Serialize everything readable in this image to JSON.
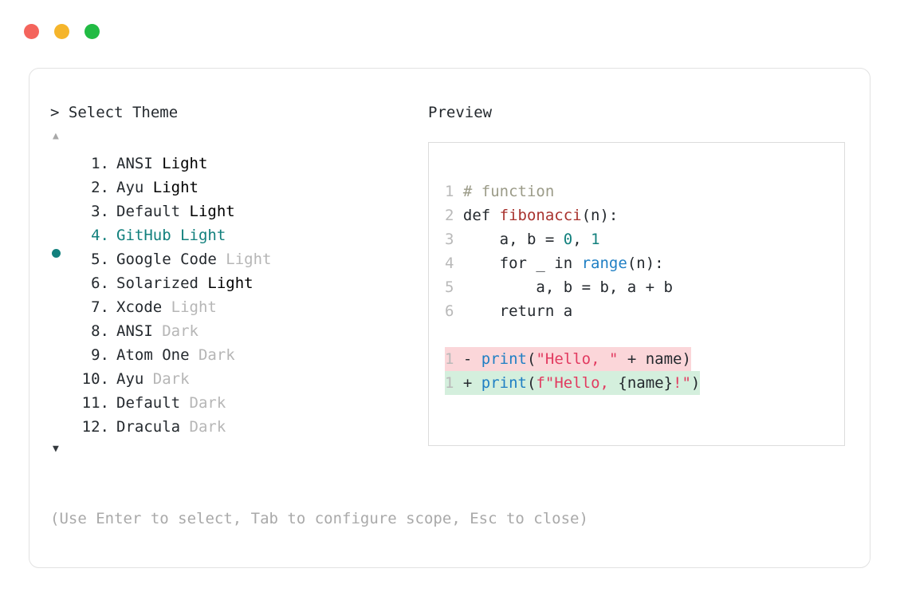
{
  "window": {
    "traffic_lights": [
      {
        "name": "close",
        "color": "#f4645c"
      },
      {
        "name": "minimize",
        "color": "#f5b52b"
      },
      {
        "name": "zoom",
        "color": "#22bb44"
      }
    ]
  },
  "accent_color": "#12807d",
  "prompt": {
    "marker": ">",
    "title": "Select Theme"
  },
  "scroll": {
    "up_arrow": "▲",
    "down_arrow": "▼"
  },
  "theme_list": {
    "selected_index": 4,
    "items": [
      {
        "number": "1.",
        "name": "ANSI",
        "suffix": "Light",
        "suffix_dim": false
      },
      {
        "number": "2.",
        "name": "Ayu",
        "suffix": "Light",
        "suffix_dim": false
      },
      {
        "number": "3.",
        "name": "Default",
        "suffix": "Light",
        "suffix_dim": false
      },
      {
        "number": "4.",
        "name": "GitHub",
        "suffix": "Light",
        "suffix_dim": false
      },
      {
        "number": "5.",
        "name": "Google Code",
        "suffix": "Light",
        "suffix_dim": true
      },
      {
        "number": "6.",
        "name": "Solarized",
        "suffix": "Light",
        "suffix_dim": false
      },
      {
        "number": "7.",
        "name": "Xcode",
        "suffix": "Light",
        "suffix_dim": true
      },
      {
        "number": "8.",
        "name": "ANSI",
        "suffix": "Dark",
        "suffix_dim": true
      },
      {
        "number": "9.",
        "name": "Atom One",
        "suffix": "Dark",
        "suffix_dim": true
      },
      {
        "number": "10.",
        "name": "Ayu",
        "suffix": "Dark",
        "suffix_dim": true
      },
      {
        "number": "11.",
        "name": "Default",
        "suffix": "Dark",
        "suffix_dim": true
      },
      {
        "number": "12.",
        "name": "Dracula",
        "suffix": "Dark",
        "suffix_dim": true
      }
    ]
  },
  "preview": {
    "title": "Preview",
    "code_lines": [
      {
        "num": "1",
        "tokens": [
          {
            "t": "# function",
            "c": "comment"
          }
        ]
      },
      {
        "num": "2",
        "tokens": [
          {
            "t": "def ",
            "c": "plain"
          },
          {
            "t": "fibonacci",
            "c": "fn"
          },
          {
            "t": "(n):",
            "c": "punct"
          }
        ]
      },
      {
        "num": "3",
        "tokens": [
          {
            "t": "    a, b = ",
            "c": "plain"
          },
          {
            "t": "0",
            "c": "num"
          },
          {
            "t": ", ",
            "c": "plain"
          },
          {
            "t": "1",
            "c": "num"
          }
        ]
      },
      {
        "num": "4",
        "tokens": [
          {
            "t": "    for _ in ",
            "c": "plain"
          },
          {
            "t": "range",
            "c": "builtin"
          },
          {
            "t": "(n):",
            "c": "punct"
          }
        ]
      },
      {
        "num": "5",
        "tokens": [
          {
            "t": "        a, b = b, a + b",
            "c": "plain"
          }
        ]
      },
      {
        "num": "6",
        "tokens": [
          {
            "t": "    return a",
            "c": "plain"
          }
        ]
      }
    ],
    "diff_lines": [
      {
        "num": "1",
        "mark": "-",
        "kind": "minus",
        "tokens": [
          {
            "t": "print",
            "c": "builtin"
          },
          {
            "t": "(",
            "c": "punct"
          },
          {
            "t": "\"Hello, \"",
            "c": "str"
          },
          {
            "t": " + name",
            "c": "plain"
          },
          {
            "t": ")",
            "c": "punct"
          }
        ]
      },
      {
        "num": "1",
        "mark": "+",
        "kind": "plus",
        "tokens": [
          {
            "t": "print",
            "c": "builtin"
          },
          {
            "t": "(",
            "c": "punct"
          },
          {
            "t": "f\"Hello, ",
            "c": "str"
          },
          {
            "t": "{name}",
            "c": "plain"
          },
          {
            "t": "!\"",
            "c": "str"
          },
          {
            "t": ")",
            "c": "punct"
          }
        ]
      }
    ]
  },
  "footer": {
    "hint": "(Use Enter to select, Tab to configure scope, Esc to close)"
  }
}
